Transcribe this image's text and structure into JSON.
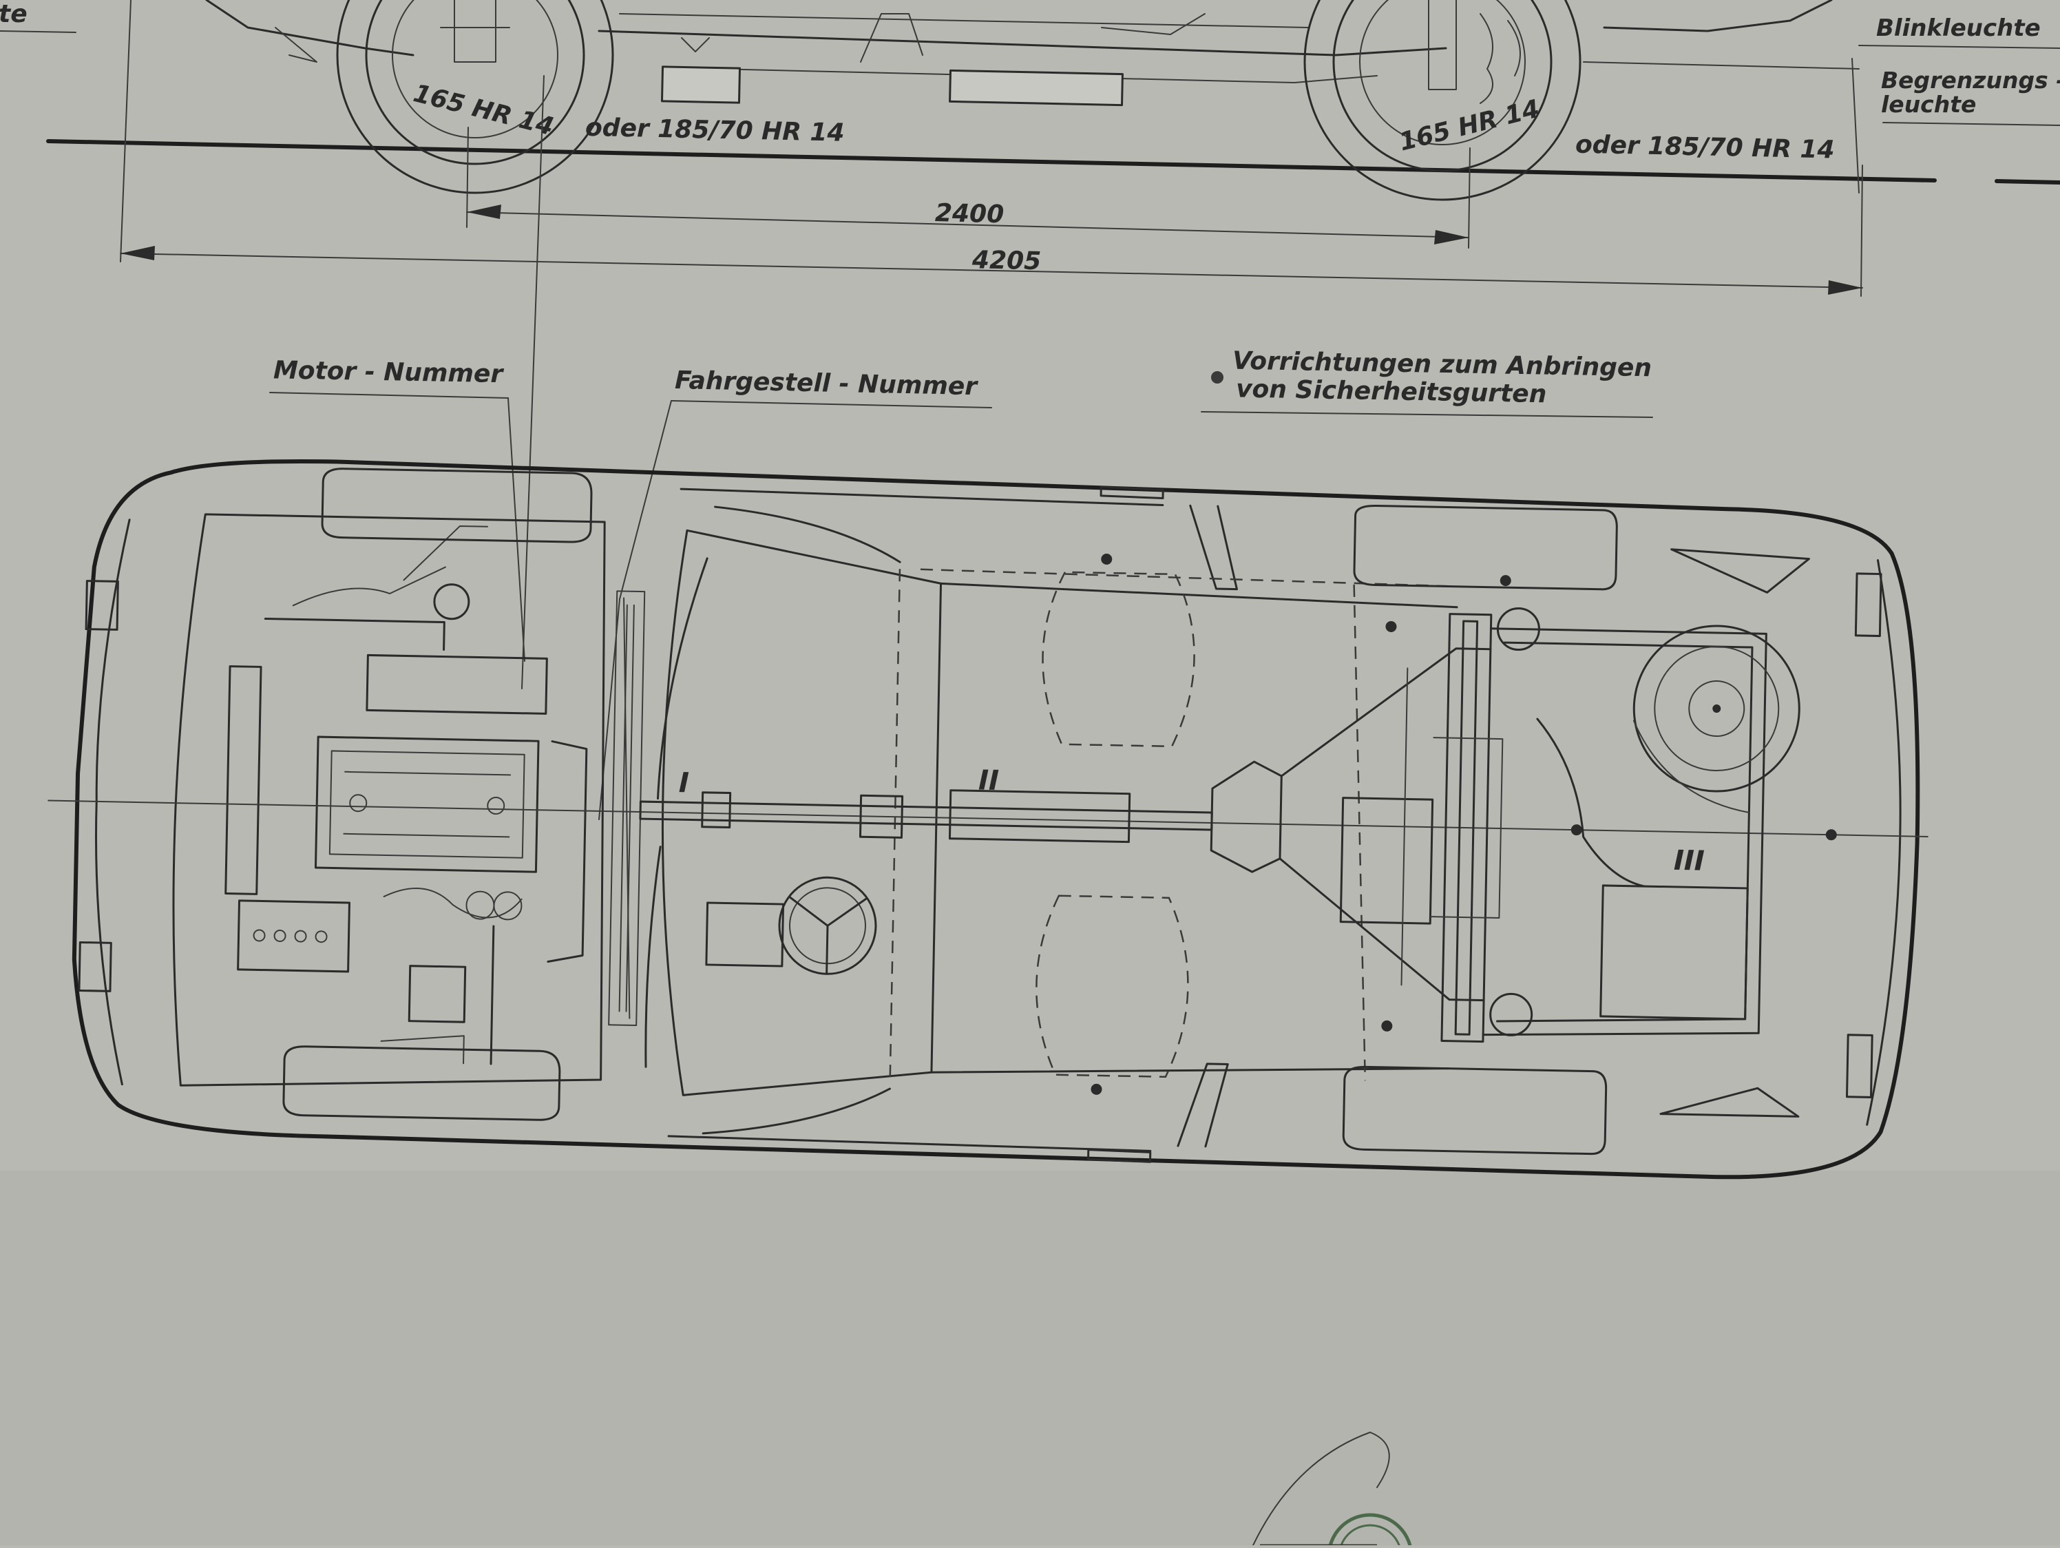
{
  "labels": {
    "corner_fragment": "te",
    "blinkleuchte": "Blinkleuchte",
    "begrenzung_line1": "Begrenzungs -",
    "begrenzung_line2": "leuchte",
    "front_tire": "165 HR 14",
    "front_tire_alt": "oder  185/70 HR 14",
    "rear_tire": "165 HR 14",
    "rear_tire_alt": "oder  185/70 HR 14",
    "wheelbase": "2400",
    "overall_length": "4205",
    "motor_nummer": "Motor - Nummer",
    "fahrgestell_nummer": "Fahrgestell - Nummer",
    "belts_line1": "Vorrichtungen  zum  Anbringen",
    "belts_line2": "von  Sicherheitsgurten",
    "roman_1": "I",
    "roman_2": "II",
    "roman_3": "III"
  }
}
